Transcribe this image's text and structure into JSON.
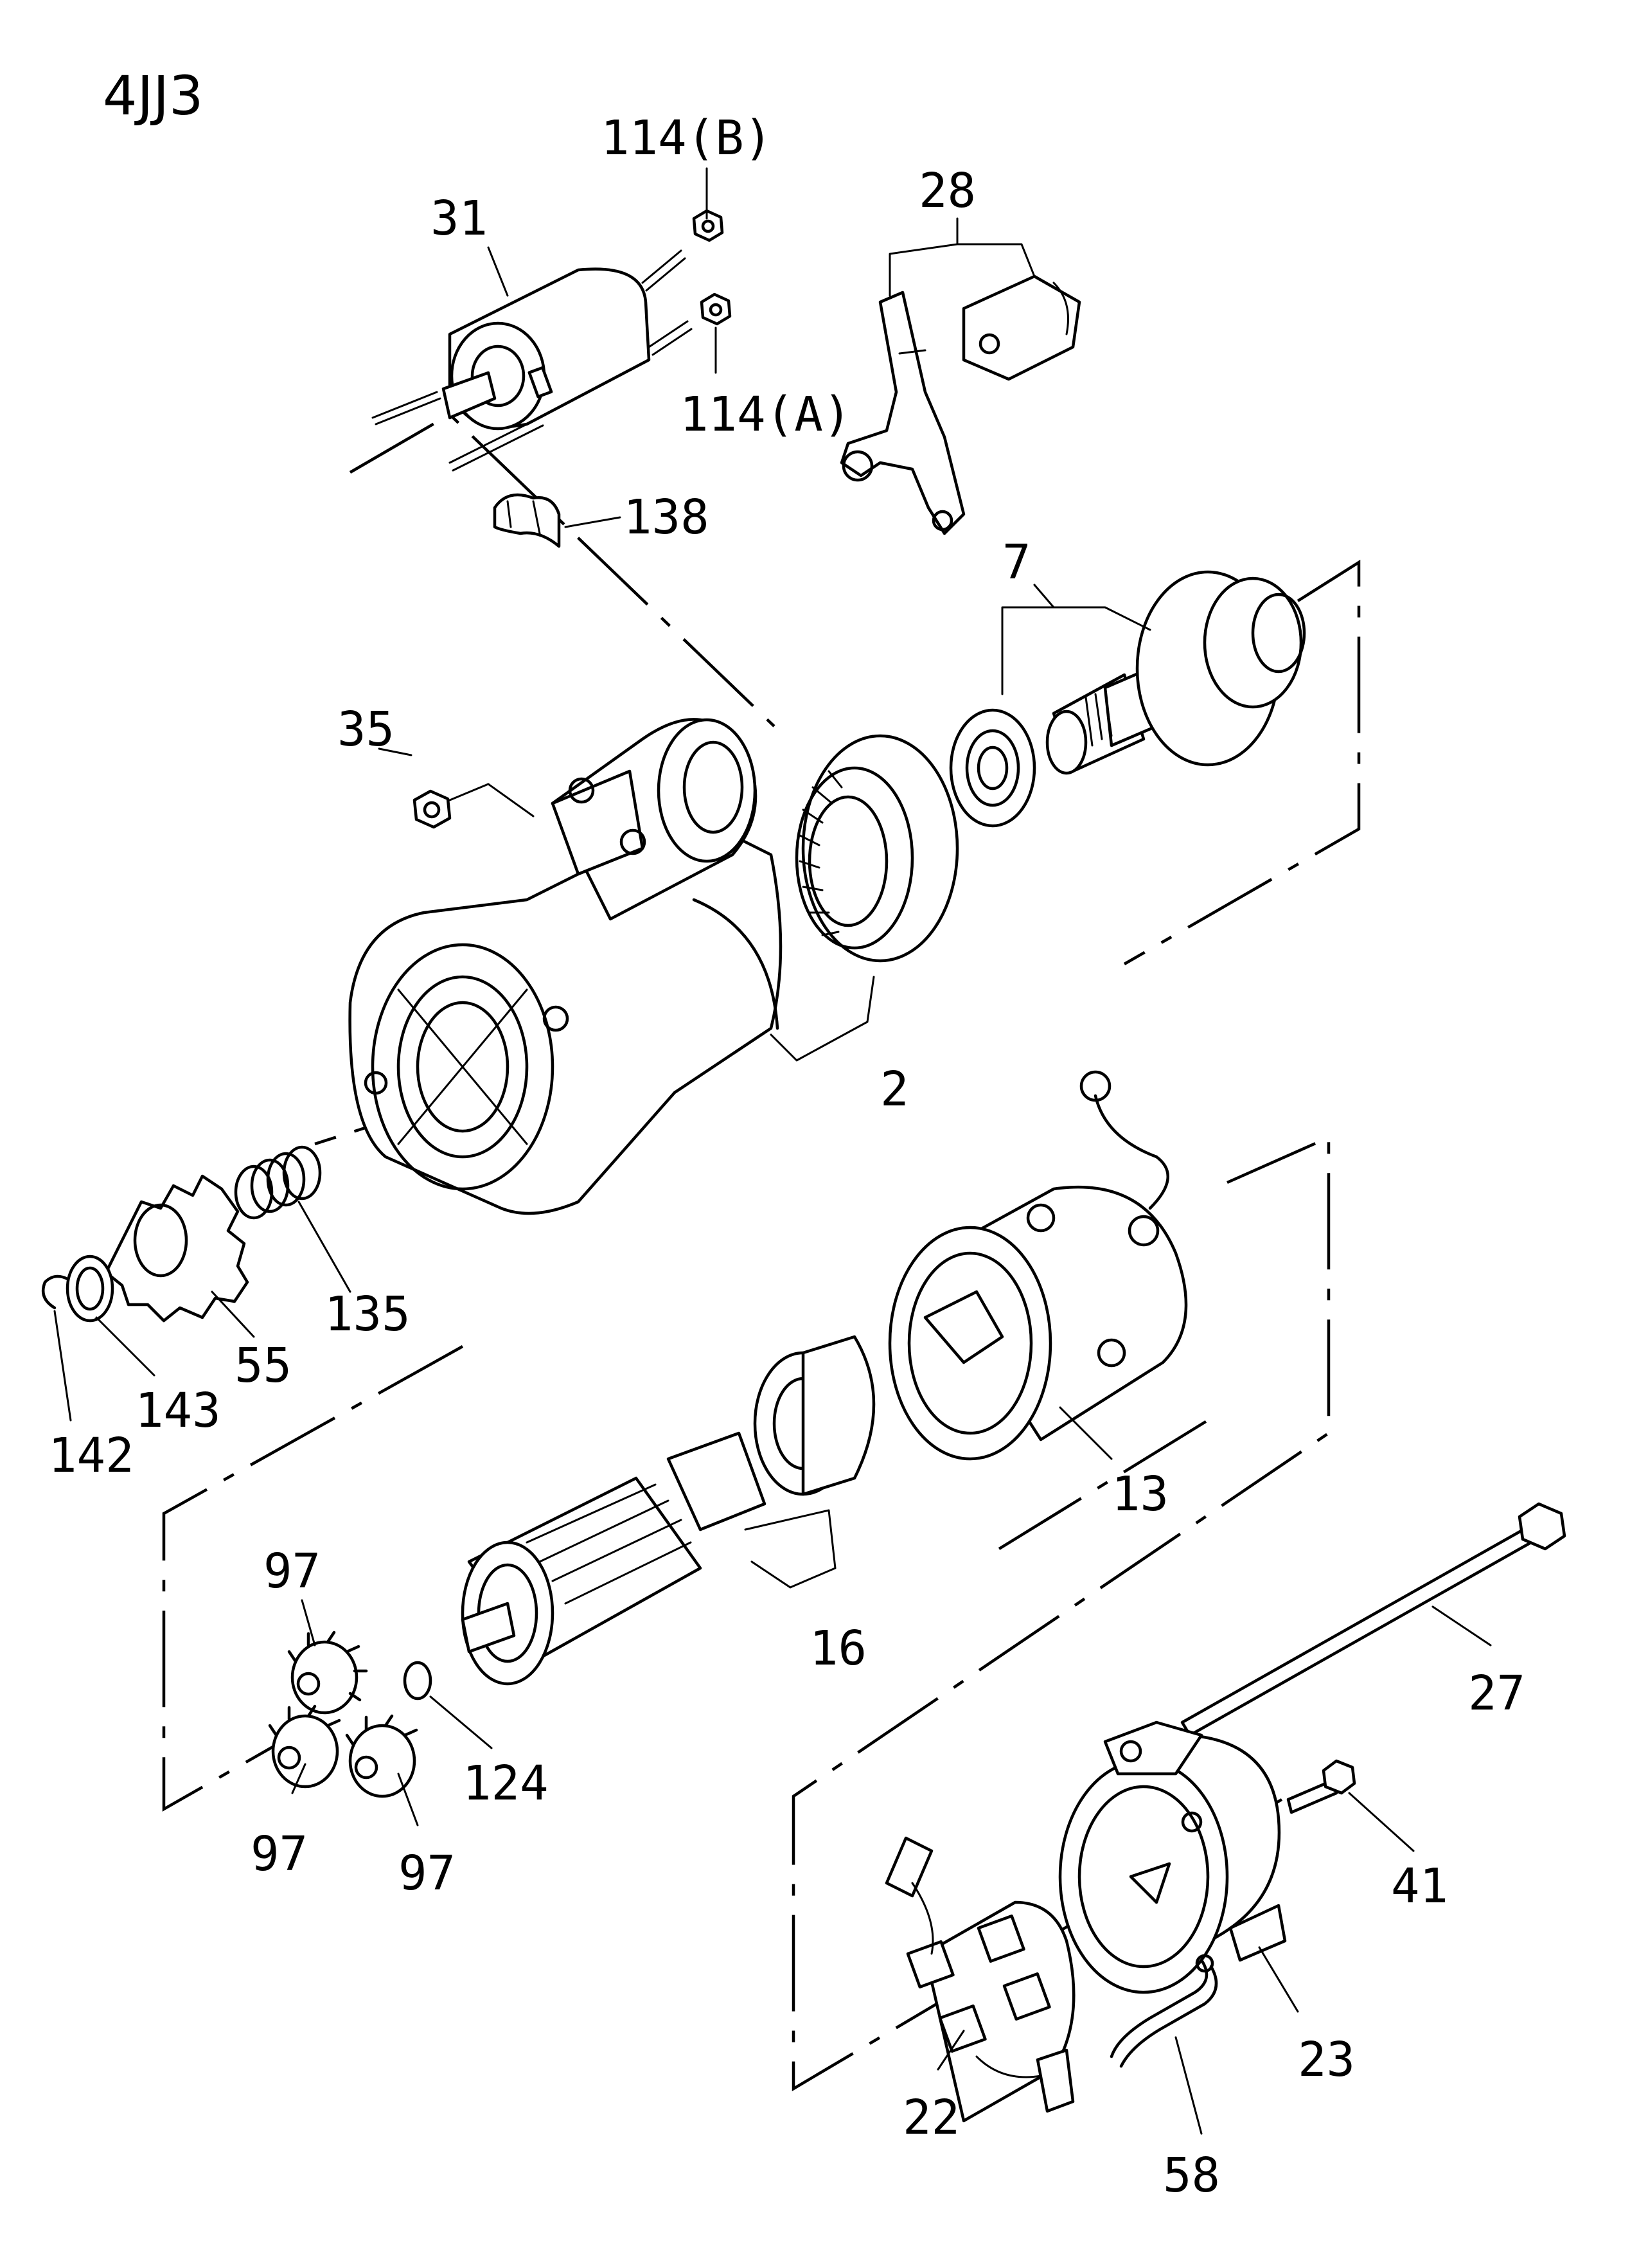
{
  "title": "4JJ3",
  "callouts": [
    {
      "id": "p114b",
      "label": "114(B)"
    },
    {
      "id": "p28",
      "label": "28"
    },
    {
      "id": "p31",
      "label": "31"
    },
    {
      "id": "p114a",
      "label": "114(A)"
    },
    {
      "id": "p138",
      "label": "138"
    },
    {
      "id": "p7",
      "label": "7"
    },
    {
      "id": "p35",
      "label": "35"
    },
    {
      "id": "p2",
      "label": "2"
    },
    {
      "id": "p135",
      "label": "135"
    },
    {
      "id": "p55",
      "label": "55"
    },
    {
      "id": "p143",
      "label": "143"
    },
    {
      "id": "p142",
      "label": "142"
    },
    {
      "id": "p13",
      "label": "13"
    },
    {
      "id": "p16",
      "label": "16"
    },
    {
      "id": "p97a",
      "label": "97"
    },
    {
      "id": "p97b",
      "label": "97"
    },
    {
      "id": "p97c",
      "label": "97"
    },
    {
      "id": "p124",
      "label": "124"
    },
    {
      "id": "p27",
      "label": "27"
    },
    {
      "id": "p41",
      "label": "41"
    },
    {
      "id": "p23",
      "label": "23"
    },
    {
      "id": "p22",
      "label": "22"
    },
    {
      "id": "p58",
      "label": "58"
    }
  ]
}
